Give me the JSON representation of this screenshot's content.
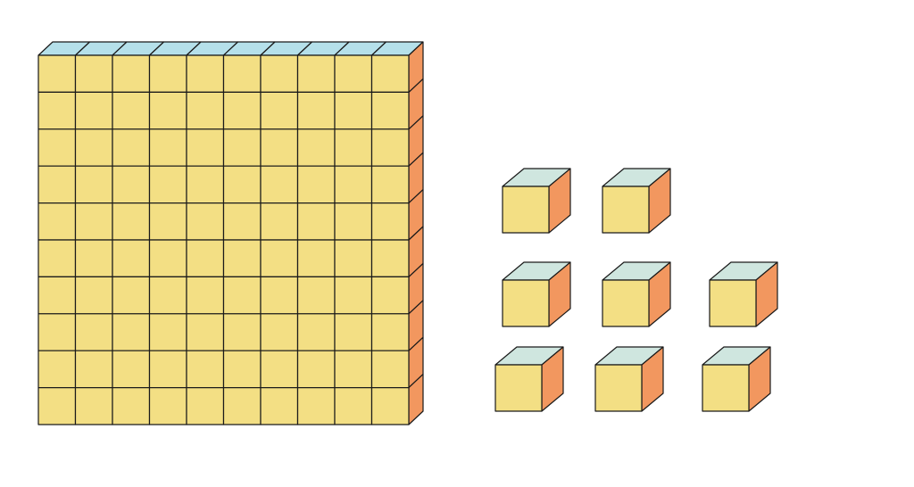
{
  "diagram": {
    "hundred_flat": {
      "rows": 10,
      "cols": 10
    },
    "unit_cubes": {
      "count": 8,
      "row_counts": [
        2,
        3,
        3
      ]
    },
    "colors": {
      "background": "#ffffff",
      "front": "#f3df84",
      "flat_top": "#b5e0ea",
      "cube_top": "#cfe6df",
      "side": "#f2975f",
      "stroke": "#1a1a1a"
    }
  }
}
